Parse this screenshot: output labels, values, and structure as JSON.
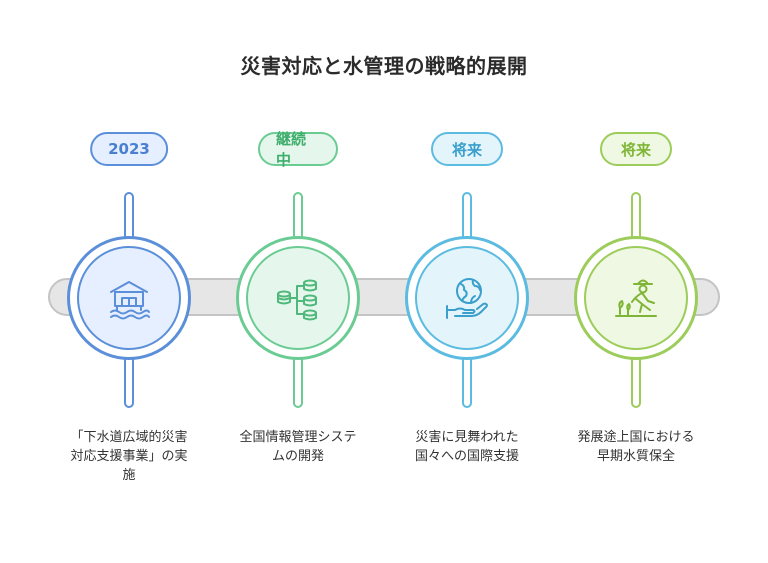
{
  "title": "災害対応と水管理の戦略的展開",
  "colors": {
    "blue": "#5b8fd9",
    "blue_bg": "#e6efff",
    "green": "#6bcc93",
    "green_bg": "#e5f7ec",
    "cyan": "#5bbbe0",
    "cyan_bg": "#e4f4fb",
    "lime": "#9ccc5a",
    "lime_bg": "#eff8e2"
  },
  "steps": [
    {
      "tag": "2023",
      "icon": "water-facility-icon",
      "text": "「下水道広域的災害\n対応支援事業」の実\n施"
    },
    {
      "tag": "継続中",
      "icon": "database-network-icon",
      "text": "全国情報管理システ\nムの開発"
    },
    {
      "tag": "将来",
      "icon": "globe-hand-icon",
      "text": "災害に見舞われた\n国々への国際支援"
    },
    {
      "tag": "将来",
      "icon": "farmer-planting-icon",
      "text": "発展途上国における\n早期水質保全"
    }
  ]
}
